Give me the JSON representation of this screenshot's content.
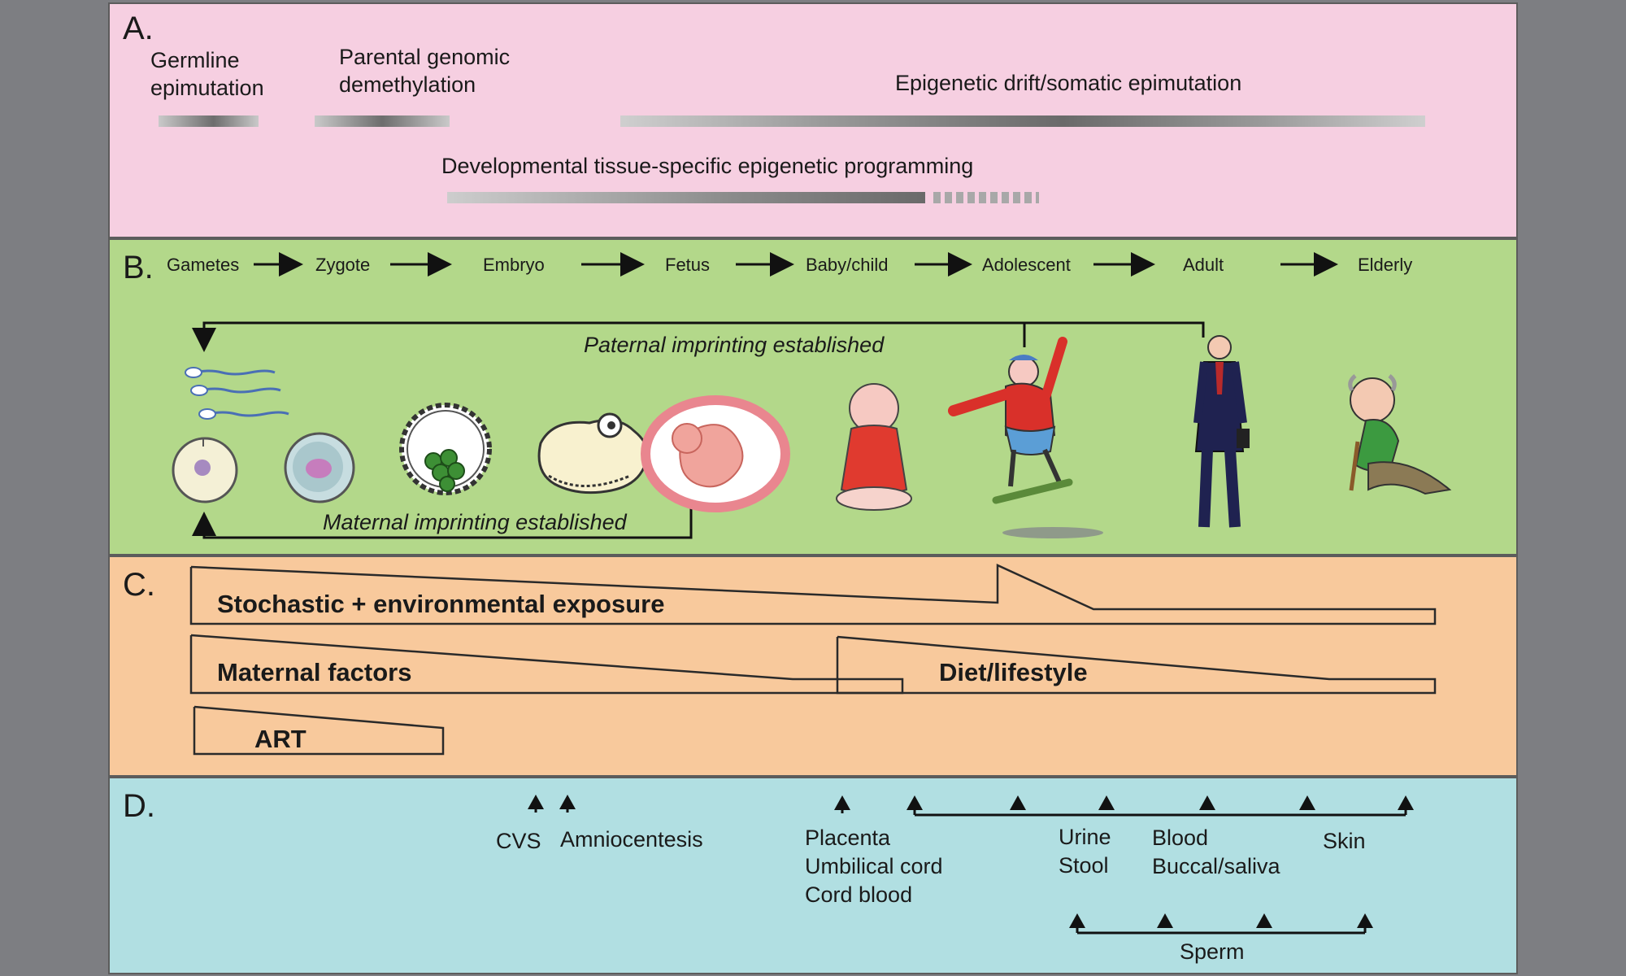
{
  "panel_a": {
    "letter": "A.",
    "germline_line1": "Germline",
    "germline_line2": "epimutation",
    "parental_line1": "Parental genomic",
    "parental_line2": "demethylation",
    "drift": "Epigenetic  drift/somatic epimutation",
    "developmental": "Developmental tissue-specific epigenetic programming"
  },
  "panel_b": {
    "letter": "B.",
    "stages": [
      "Gametes",
      "Zygote",
      "Embryo",
      "Fetus",
      "Baby/child",
      "Adolescent",
      "Adult",
      "Elderly"
    ],
    "paternal": "Paternal imprinting established",
    "maternal": "Maternal imprinting established",
    "illustrations": [
      "sperm-cells",
      "oocyte",
      "zygote-cell",
      "blastocyst",
      "embryo",
      "fetus",
      "baby",
      "adolescent-skateboarder",
      "adult-businessman",
      "elderly-man"
    ]
  },
  "panel_c": {
    "letter": "C.",
    "stochastic": "Stochastic + environmental exposure",
    "maternal_factors": "Maternal factors",
    "diet": "Diet/lifestyle",
    "art": "ART"
  },
  "panel_d": {
    "letter": "D.",
    "cvs": "CVS",
    "amnio": "Amniocentesis",
    "placenta": [
      "Placenta",
      "Umbilical cord",
      "Cord blood"
    ],
    "urine": [
      "Urine",
      "Stool"
    ],
    "blood": [
      "Blood",
      "Buccal/saliva"
    ],
    "skin": "Skin",
    "sperm": "Sperm"
  },
  "colors": {
    "panel_a": "#f6cfe1",
    "panel_b": "#b3d88a",
    "panel_c": "#f8c99c",
    "panel_d": "#b1dfe2",
    "background": "#7d7e82"
  }
}
